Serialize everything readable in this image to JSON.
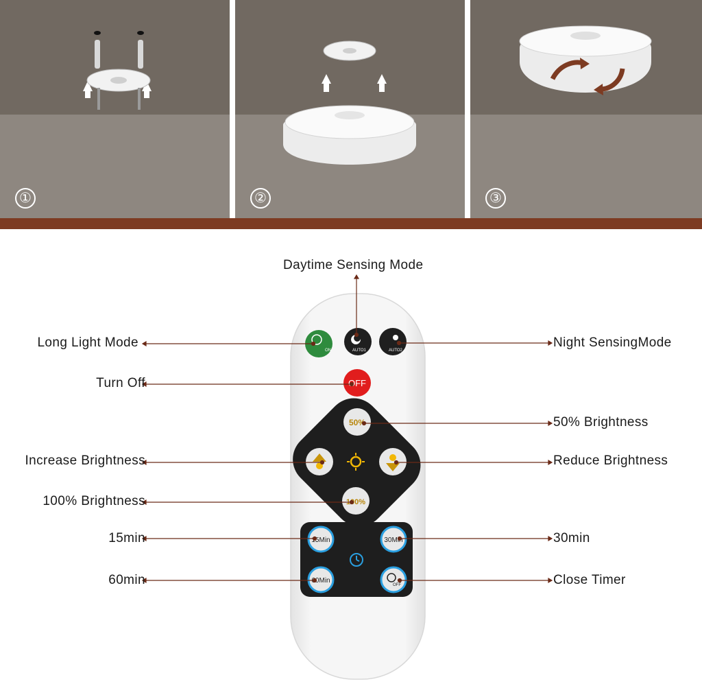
{
  "steps": [
    {
      "number": "①"
    },
    {
      "number": "②"
    },
    {
      "number": "③"
    }
  ],
  "remote": {
    "buttons": {
      "on": "ON",
      "auto1": "AUTO1",
      "auto2": "AUTO2",
      "off": "OFF",
      "b50": "50%",
      "b100": "100%",
      "t15": "15Min",
      "t30": "30Min",
      "t60": "60Min",
      "toff": "OFF"
    }
  },
  "labels": {
    "daytime": "Daytime Sensing Mode",
    "long_light": "Long Light Mode",
    "night": "Night SensingMode",
    "turn_off": "Turn Off",
    "b50": "50% Brightness",
    "increase": "Increase Brightness",
    "reduce": "Reduce Brightness",
    "b100": "100% Brightness",
    "t15": "15min",
    "t30": "30min",
    "t60": "60min",
    "close_timer": "Close Timer"
  },
  "colors": {
    "ceiling": "#716961",
    "wall": "#8e8780",
    "band": "#7d3b22",
    "leader": "#6b2a17",
    "on_button": "#2e8b3d",
    "off_button": "#e11d1d",
    "timer_ring": "#2a9fe0"
  }
}
